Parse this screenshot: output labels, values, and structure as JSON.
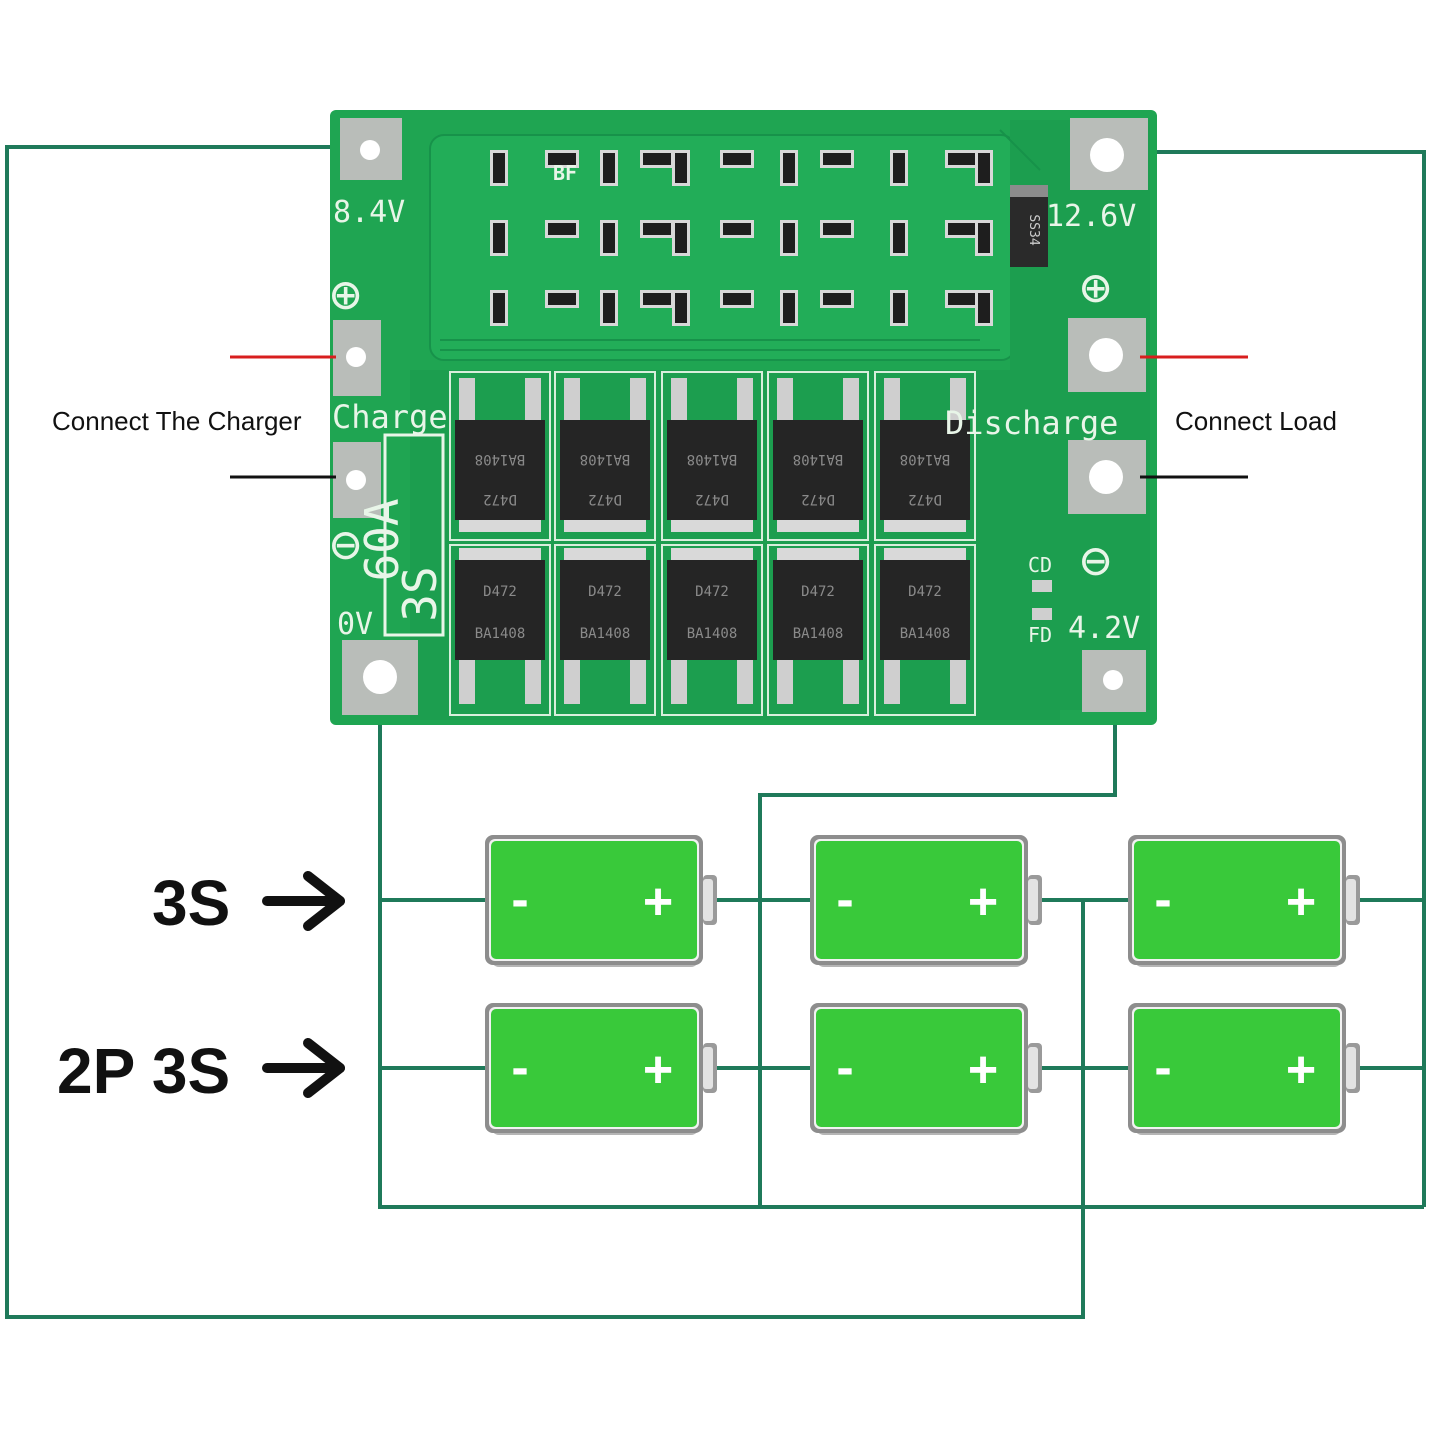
{
  "colors": {
    "wire": "#1f7a5a",
    "pcb": "#1fa552",
    "pcb_dark": "#168a44",
    "pad": "#b9bdb9",
    "battery": "#39c93a",
    "positive_wire": "#d81e1e",
    "negative_wire": "#111111"
  },
  "labels": {
    "charger": "Connect The Charger",
    "load": "Connect Load",
    "series": "3S",
    "parallel_series": "2P 3S"
  },
  "board": {
    "v_8_4": "8.4V",
    "v_12_6": "12.6V",
    "v_0": "0V",
    "v_4_2": "4.2V",
    "charge": "Charge",
    "discharge": "Discharge",
    "rating_60a": "60A",
    "rating_3s": "3S",
    "bf": "BF",
    "cd": "CD",
    "fd": "FD",
    "diode_code": "SS34",
    "plus_symbol": "⊕",
    "minus_symbol": "⊖",
    "mosfet_top_code": "BA1408",
    "mosfet_top_part": "D472",
    "mosfet_bottom_part": "D472",
    "mosfet_bottom_code": "BA1408"
  },
  "batteries": {
    "minus_sign": "-",
    "plus_sign": "+"
  }
}
